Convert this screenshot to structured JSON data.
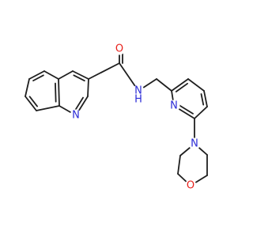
{
  "molecule": {
    "atoms": [
      {
        "id": "c4a",
        "label": ""
      },
      {
        "id": "c5",
        "label": ""
      },
      {
        "id": "c6",
        "label": ""
      },
      {
        "id": "c7",
        "label": ""
      },
      {
        "id": "c8",
        "label": ""
      },
      {
        "id": "c8a",
        "label": ""
      },
      {
        "id": "c4",
        "label": ""
      },
      {
        "id": "c3",
        "label": ""
      },
      {
        "id": "c2",
        "label": ""
      },
      {
        "id": "n1",
        "label": "N",
        "color": "#2b2bd6"
      },
      {
        "id": "cam",
        "label": ""
      },
      {
        "id": "o1",
        "label": "O",
        "color": "#e8201b"
      },
      {
        "id": "nh",
        "label": "N",
        "color": "#2b2bd6"
      },
      {
        "id": "hnh",
        "label": "H",
        "color": "#2b2bd6"
      },
      {
        "id": "ch2",
        "label": ""
      },
      {
        "id": "p2",
        "label": ""
      },
      {
        "id": "p3",
        "label": ""
      },
      {
        "id": "p4",
        "label": ""
      },
      {
        "id": "p5",
        "label": ""
      },
      {
        "id": "p6",
        "label": ""
      },
      {
        "id": "pn",
        "label": "N",
        "color": "#2b2bd6"
      },
      {
        "id": "mn",
        "label": "N",
        "color": "#2b2bd6"
      },
      {
        "id": "m2",
        "label": ""
      },
      {
        "id": "m3",
        "label": ""
      },
      {
        "id": "mo",
        "label": "O",
        "color": "#e8201b"
      },
      {
        "id": "m5",
        "label": ""
      },
      {
        "id": "m6",
        "label": ""
      }
    ],
    "bonds": [
      {
        "a": "c4a",
        "b": "c5",
        "order": 1
      },
      {
        "a": "c5",
        "b": "c6",
        "order": 2
      },
      {
        "a": "c6",
        "b": "c7",
        "order": 1
      },
      {
        "a": "c7",
        "b": "c8",
        "order": 2
      },
      {
        "a": "c8",
        "b": "c8a",
        "order": 1
      },
      {
        "a": "c8a",
        "b": "c4a",
        "order": 2
      },
      {
        "a": "c4a",
        "b": "c4",
        "order": 1
      },
      {
        "a": "c4",
        "b": "c3",
        "order": 2
      },
      {
        "a": "c3",
        "b": "c2",
        "order": 1
      },
      {
        "a": "c2",
        "b": "n1",
        "order": 2
      },
      {
        "a": "n1",
        "b": "c8a",
        "order": 1
      },
      {
        "a": "c3",
        "b": "cam",
        "order": 1
      },
      {
        "a": "cam",
        "b": "o1",
        "order": 2
      },
      {
        "a": "cam",
        "b": "nh",
        "order": 1
      },
      {
        "a": "nh",
        "b": "ch2",
        "order": 1
      },
      {
        "a": "ch2",
        "b": "p2",
        "order": 1
      },
      {
        "a": "p2",
        "b": "p3",
        "order": 2
      },
      {
        "a": "p3",
        "b": "p4",
        "order": 1
      },
      {
        "a": "p4",
        "b": "p5",
        "order": 2
      },
      {
        "a": "p5",
        "b": "p6",
        "order": 1
      },
      {
        "a": "p6",
        "b": "pn",
        "order": 2
      },
      {
        "a": "pn",
        "b": "p2",
        "order": 1
      },
      {
        "a": "p6",
        "b": "mn",
        "order": 1
      },
      {
        "a": "mn",
        "b": "m2",
        "order": 1
      },
      {
        "a": "m2",
        "b": "m3",
        "order": 1
      },
      {
        "a": "m3",
        "b": "mo",
        "order": 1
      },
      {
        "a": "mo",
        "b": "m5",
        "order": 1
      },
      {
        "a": "m5",
        "b": "m6",
        "order": 1
      },
      {
        "a": "m6",
        "b": "mn",
        "order": 1
      }
    ]
  }
}
